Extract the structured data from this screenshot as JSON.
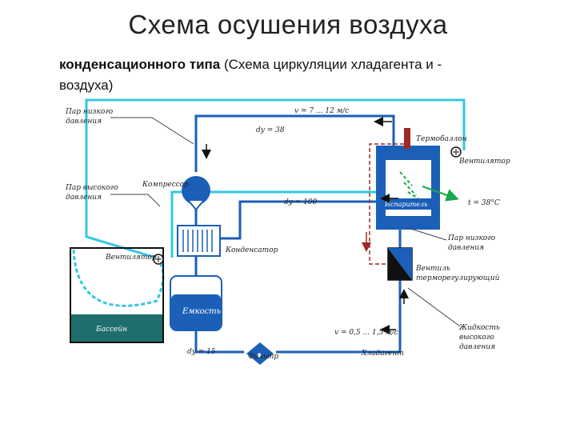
{
  "slide": {
    "title": "Схема осушения воздуха",
    "subtitle_bold": "конденсационного типа",
    "subtitle_rest_1": "(Схема циркуляции хладагента и -",
    "subtitle_rest_2": "воздуха)"
  },
  "labels": {
    "low_pressure_vapor_left_1": "Пар низкого",
    "low_pressure_vapor_left_2": "давления",
    "high_pressure_vapor_1": "Пар высокого",
    "high_pressure_vapor_2": "давления",
    "compressor": "Компрессор",
    "condenser": "Конденсатор",
    "fan_left": "Вентилятор",
    "pool": "Бассейн",
    "receiver": "Емкость",
    "filter": "Фильтр",
    "refrigerant": "Хладагент",
    "thermobulb": "Термобаллон",
    "fan_right": "Вентилятор",
    "evaporator": "Испаритель",
    "temp": "t = 38°C",
    "low_pressure_vapor_right_1": "Пар низкого",
    "low_pressure_vapor_right_2": "давления",
    "valve_1": "Вентиль",
    "valve_2": "терморегулирующий",
    "high_pressure_liquid_1": "Жидкость",
    "high_pressure_liquid_2": "высокого",
    "high_pressure_liquid_3": "давления",
    "dy_38": "dy = 38",
    "dy_100": "dy = 100",
    "dy_15": "dy = 15",
    "v_top": "v = 7 ... 12 м/с",
    "v_bottom": "v = 0,5 ... 1,5 м/с"
  },
  "colors": {
    "pipe_blue": "#1b5fb8",
    "air_cyan": "#33c8e0",
    "pool_water": "#1e6e6e",
    "arrow_green": "#1aa84a",
    "thermo_red": "#a02828"
  }
}
